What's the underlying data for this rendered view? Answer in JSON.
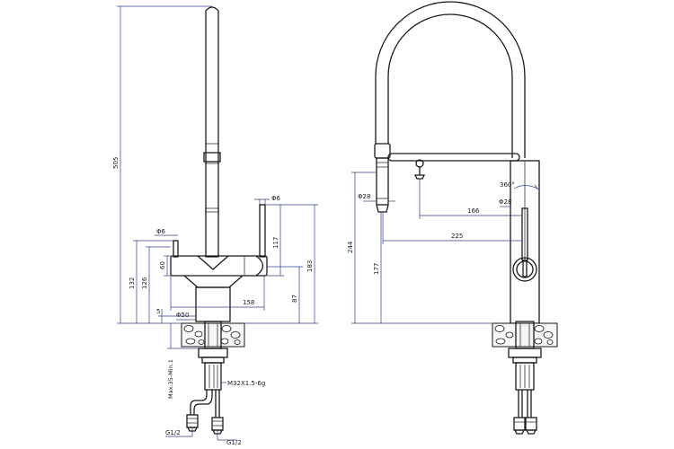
{
  "left_view": {
    "dims": {
      "d505": "505",
      "d132": "132",
      "d126": "126",
      "d60": "60",
      "d5": "5",
      "phi6_top": "Φ6",
      "phi6_left": "Φ6",
      "d117": "117",
      "d183": "183",
      "d87": "87",
      "d158": "158",
      "phi50": "Φ50",
      "max35": "Max.35-Min.1",
      "thread": "M32X1.5-6g",
      "g12_a": "G1/2",
      "g12_b": "G1/2"
    }
  },
  "right_view": {
    "dims": {
      "phi28_a": "Φ28",
      "angle": "360°",
      "phi28_b": "Φ28",
      "d166": "166",
      "d225": "225",
      "d244": "244",
      "d177": "177"
    }
  }
}
